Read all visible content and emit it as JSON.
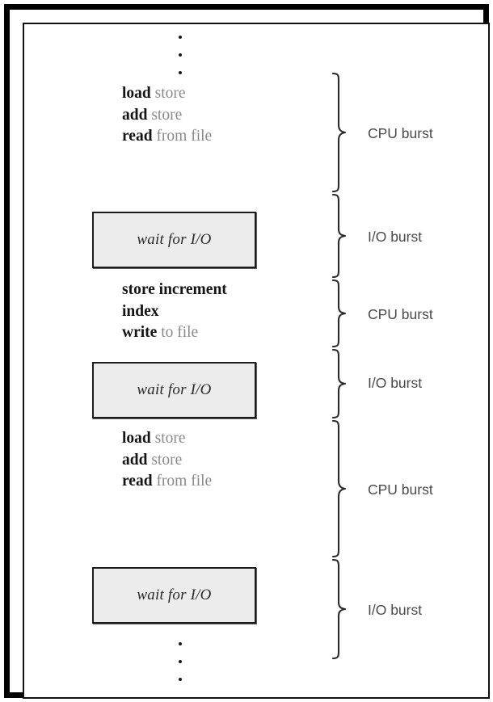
{
  "figure": {
    "title": "CPU and I/O burst alternation diagram",
    "frame_color": "#000000",
    "box_fill": "#ececec",
    "box_border": "#1c1c1c",
    "label_color": "#4a4a4a",
    "keyword_color": "#141414",
    "plain_color": "#8a8a8a"
  },
  "ellipsis": {
    "top": "⋮",
    "bottom": "⋮"
  },
  "sequence": [
    {
      "kind": "cpu-instructions",
      "lines": [
        {
          "keyword": "load",
          "rest": " store"
        },
        {
          "keyword": "add",
          "rest": " store"
        },
        {
          "keyword": "read",
          "rest": " from file"
        }
      ]
    },
    {
      "kind": "io-wait",
      "text": "wait for I/O"
    },
    {
      "kind": "cpu-instructions",
      "lines": [
        {
          "keyword": "store increment",
          "rest": ""
        },
        {
          "keyword": "index",
          "rest": ""
        },
        {
          "keyword": "write",
          "rest": " to file"
        }
      ]
    },
    {
      "kind": "io-wait",
      "text": "wait for I/O"
    },
    {
      "kind": "cpu-instructions",
      "lines": [
        {
          "keyword": "load",
          "rest": " store"
        },
        {
          "keyword": "add",
          "rest": " store"
        },
        {
          "keyword": "read",
          "rest": " from file"
        }
      ]
    },
    {
      "kind": "io-wait",
      "text": "wait for I/O"
    }
  ],
  "bursts": [
    {
      "label": "CPU burst"
    },
    {
      "label": "I/O burst"
    },
    {
      "label": "CPU burst"
    },
    {
      "label": "I/O burst"
    },
    {
      "label": "CPU burst"
    },
    {
      "label": "I/O burst"
    }
  ]
}
